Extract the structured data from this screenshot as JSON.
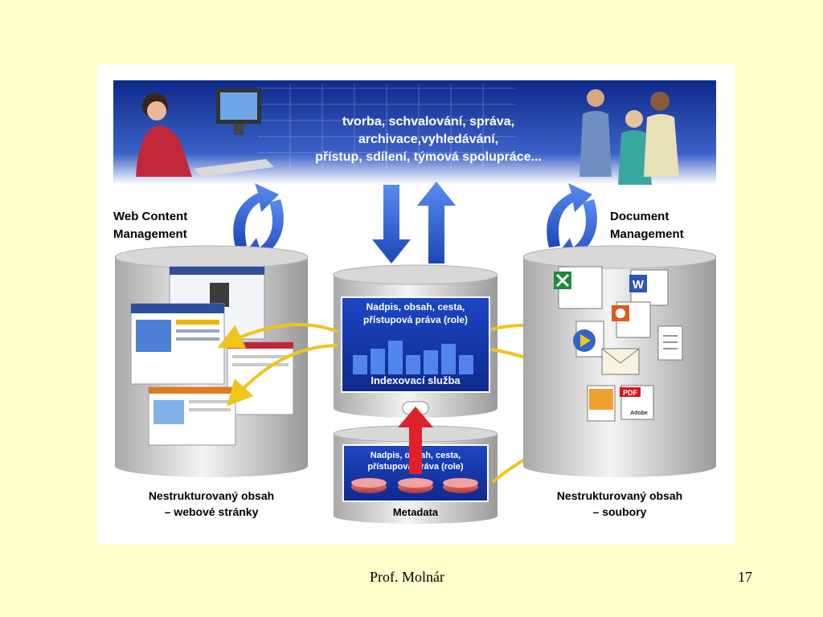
{
  "banner": {
    "lines": [
      "tvorba, schvalování, správa,",
      "archivace,vyhledávání,",
      "přístup, sdílení, týmová spolupráce..."
    ]
  },
  "left_system": {
    "title_line1": "Web Content",
    "title_line2": "Management"
  },
  "right_system": {
    "title_line1": "Document",
    "title_line2": "Management"
  },
  "index_service": {
    "line1": "Nadpis, obsah, cesta,",
    "line2": "přístupová práva (role)",
    "label": "Indexovací služba"
  },
  "metadata_store": {
    "line1": "Nadpis, obsah, cesta,",
    "line2": "přístupová práva (role)",
    "label": "Metadata"
  },
  "left_caption": {
    "line1": "Nestrukturovaný obsah",
    "line2": "– webové stránky"
  },
  "right_caption": {
    "line1": "Nestrukturovaný obsah",
    "line2": "– soubory"
  },
  "file_icons": {
    "word": "W",
    "pdf": "PDF",
    "adobe": "Adobe"
  },
  "footer": {
    "author": "Prof. Molnár",
    "page": "17"
  },
  "colors": {
    "slide_bg": "#ffffcc",
    "panel_blue": "#1a3fb0",
    "arrow_blue": "#3a6fd8",
    "arrow_yellow": "#f0c419",
    "arrow_red": "#e0202a"
  }
}
